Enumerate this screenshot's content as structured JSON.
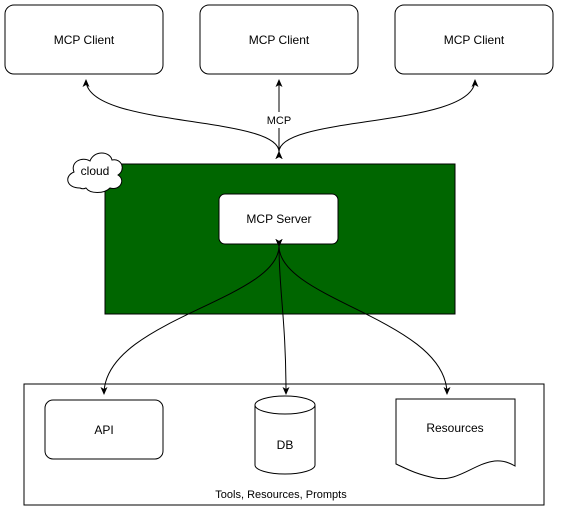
{
  "clients": [
    {
      "label": "MCP Client"
    },
    {
      "label": "MCP Client"
    },
    {
      "label": "MCP Client"
    }
  ],
  "connection_label": "MCP",
  "cloud_label": "cloud",
  "server": {
    "label": "MCP Server"
  },
  "backend": {
    "caption": "Tools, Resources, Prompts",
    "api_label": "API",
    "db_label": "DB",
    "resources_label": "Resources"
  },
  "colors": {
    "server_zone": "#006600",
    "stroke": "#000000",
    "fill": "#ffffff"
  }
}
